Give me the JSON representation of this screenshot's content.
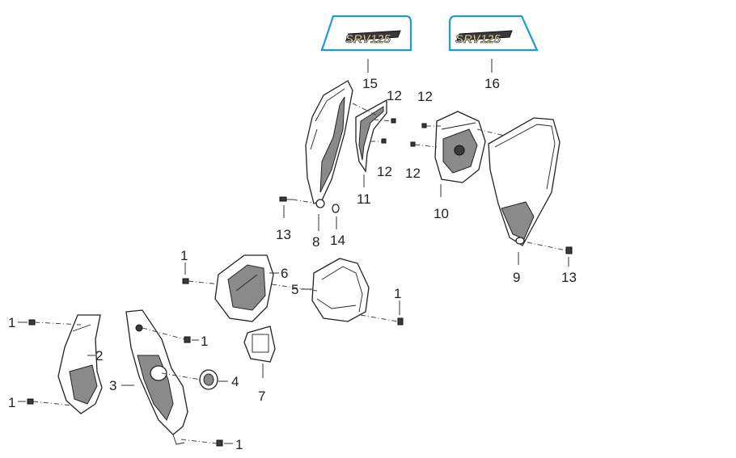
{
  "decal_text": "SRV125",
  "colors": {
    "decal_outline": "#1e9ad6",
    "decal_fill": "#3a3a3a",
    "decal_text": "#d7c9a6"
  },
  "callouts": {
    "c1a": "1",
    "c1b": "1",
    "c1c": "1",
    "c1d": "1",
    "c1e": "1",
    "c1f": "1",
    "c2": "2",
    "c3": "3",
    "c4": "4",
    "c5": "5",
    "c6": "6",
    "c7": "7",
    "c8": "8",
    "c9": "9",
    "c10": "10",
    "c11": "11",
    "c12a": "12",
    "c12b": "12",
    "c12c": "12",
    "c12d": "12",
    "c13a": "13",
    "c13b": "13",
    "c14": "14",
    "c15": "15",
    "c16": "16"
  }
}
